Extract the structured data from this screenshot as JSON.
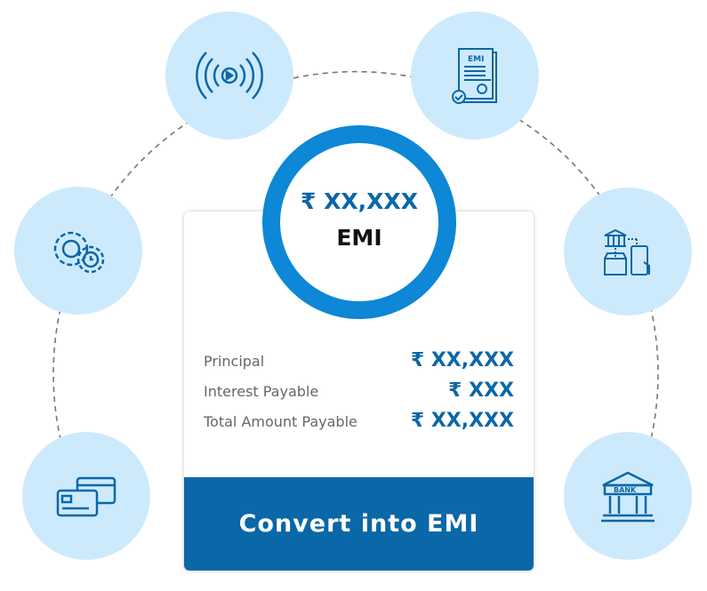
{
  "emi_ring": {
    "amount": "₹ XX,XXX",
    "label": "EMI"
  },
  "details": [
    {
      "label": "Principal",
      "value": "₹ XX,XXX"
    },
    {
      "label": "Interest Payable",
      "value": "₹ XXX"
    },
    {
      "label": "Total Amount Payable",
      "value": "₹ XX,XXX"
    }
  ],
  "cta_label": "Convert into EMI",
  "icon_texts": {
    "document": "EMI",
    "bank": "BANK"
  },
  "colors": {
    "accent": "#0d87d6",
    "dark_blue": "#0a67a8",
    "bubble": "#cdeafc"
  }
}
